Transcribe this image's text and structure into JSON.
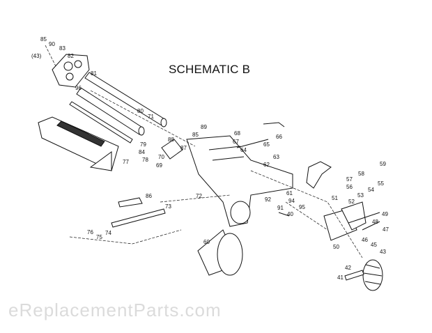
{
  "title": "SCHEMATIC B",
  "watermark": "eReplacementParts.com",
  "colors": {
    "ink": "#111111",
    "watermark": "#bebebe"
  },
  "part_labels": [
    "85",
    "90",
    "83",
    "(43)",
    "82",
    "81",
    "96",
    "80",
    "71",
    "79",
    "84",
    "78",
    "77",
    "88",
    "87",
    "89",
    "85",
    "70",
    "69",
    "68",
    "67",
    "66",
    "65",
    "64",
    "63",
    "62",
    "86",
    "73",
    "72",
    "92",
    "91",
    "40",
    "61",
    "94",
    "95",
    "60",
    "76",
    "75",
    "74",
    "59",
    "58",
    "57",
    "56",
    "55",
    "54",
    "53",
    "52",
    "51",
    "49",
    "48",
    "47",
    "50",
    "46",
    "45",
    "43",
    "42",
    "41"
  ]
}
